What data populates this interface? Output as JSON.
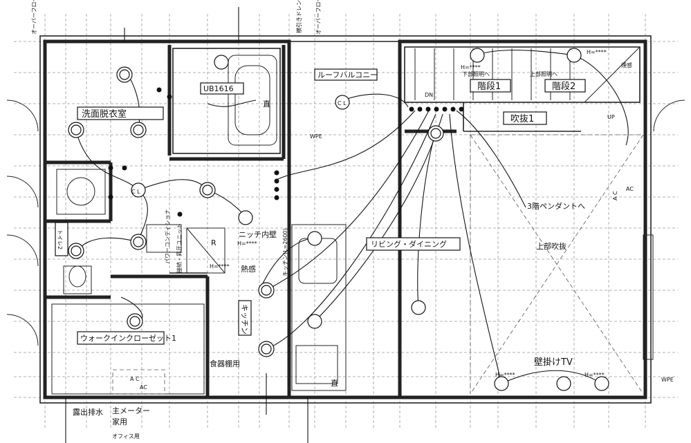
{
  "rooms": {
    "washroom": "洗面脱衣室",
    "bath": "UB1616",
    "roof_balcony": "ルーフバルコニー",
    "stairs1": "階段1",
    "stairs2": "階段2",
    "void1": "吹抜1",
    "toilet": "トイレ2",
    "kitchen": "キッチン",
    "living": "リビング・ダイニング",
    "closet": "ウォークインクローゼット1",
    "upper_void": "上部吹抜",
    "niche": "ニッチ内壁"
  },
  "notes": {
    "overflow": "オーバーフロー",
    "lower_light": "下部照明へ",
    "upper_light": "上部照明へ",
    "pendant": "3階ペンダントへ",
    "wall_tv": "壁掛けTV",
    "kitchen_line": "キッチン(L=2600)",
    "power_conditioner": "パワーコンディショナ",
    "connect_box": "接続・昇圧ユニット",
    "dish_shelf": "食器棚用",
    "heat_sensor": "熱感",
    "smoke_sensor": "煙感",
    "exposed_drain": "露出排水",
    "main_meter": "主メーター",
    "household": "家用",
    "office": "オフィス用",
    "direct": "直",
    "wpe": "WPE",
    "dn": "DN",
    "up": "UP",
    "h_mark": "H=****",
    "ac": "AC",
    "ac_spaced": "A C",
    "cl": "C L",
    "hmd": "横引きドレン",
    "r": "R"
  }
}
